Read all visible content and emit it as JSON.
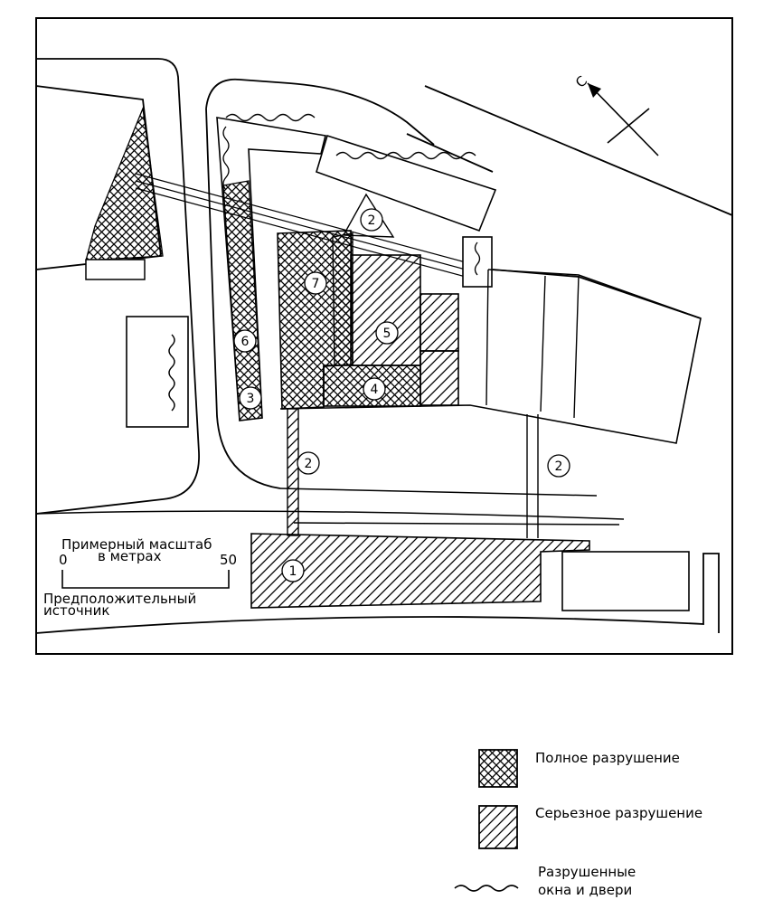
{
  "scale": {
    "title_line1": "Примерный масштаб",
    "title_line2": "в метрах",
    "tick_min": "0",
    "tick_max": "50"
  },
  "source_label": {
    "line1": "Предположительный",
    "line2": "источник"
  },
  "compass": {
    "north_letter": "С"
  },
  "markers": {
    "m1": "1",
    "m2a": "2",
    "m2b": "2",
    "m2c": "2",
    "m3": "3",
    "m4": "4",
    "m5": "5",
    "m6": "6",
    "m7": "7"
  },
  "legend": {
    "full_destruction": "Полное разрушение",
    "serious_damage": "Серьезное разрушение",
    "broken_line1": "Разрушенные",
    "broken_line2": "окна и двери"
  }
}
